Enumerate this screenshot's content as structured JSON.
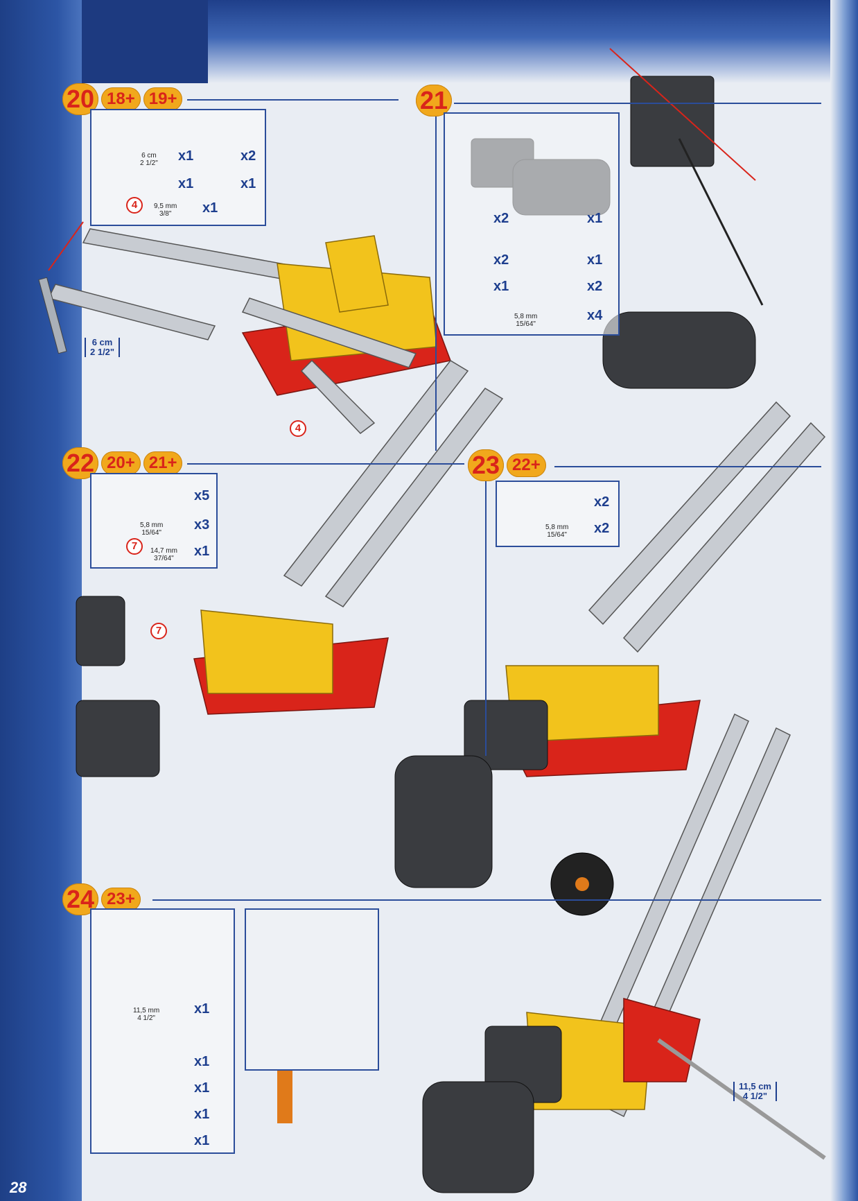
{
  "page": {
    "number": "28"
  },
  "step20": {
    "num": "20",
    "prev1": "18+",
    "prev2": "19+",
    "parts": {
      "axle_len_cm": "6 cm",
      "axle_len_in": "2 1/2\"",
      "axle_qty": "x1",
      "collar_qty": "x2",
      "nut_qty": "x1",
      "square_nut_qty": "x1",
      "ref": "4",
      "bolt_len_mm": "9,5 mm",
      "bolt_len_in": "3/8\"",
      "bolt_qty": "x1"
    },
    "dim_cm": "6 cm",
    "dim_in": "2 1/2\"",
    "callout": "4"
  },
  "step21": {
    "num": "21",
    "parts": {
      "bracket_qty": "x2",
      "battery_qty": "x1",
      "bracket2_qty": "x2",
      "pinion_qty": "x1",
      "nut_qty": "x1",
      "square_nut_qty": "x2",
      "bolt_len_mm": "5,8 mm",
      "bolt_len_in": "15/64\"",
      "bolt_qty": "x4"
    }
  },
  "step22": {
    "num": "22",
    "prev1": "20+",
    "prev2": "21+",
    "parts": {
      "nut_qty": "x5",
      "bolt_len_mm": "5,8 mm",
      "bolt_len_in": "15/64\"",
      "bolt_qty": "x3",
      "ref": "7",
      "long_bolt_len_mm": "14,7 mm",
      "long_bolt_len_in": "37/64\"",
      "long_bolt_qty": "x1"
    },
    "callout": "7"
  },
  "step23": {
    "num": "23",
    "prev1": "22+",
    "parts": {
      "nut_qty": "x2",
      "bolt_len_mm": "5,8 mm",
      "bolt_len_in": "15/64\"",
      "bolt_qty": "x2"
    }
  },
  "step24": {
    "num": "24",
    "prev1": "23+",
    "parts": {
      "axle_len_mm": "11,5 mm",
      "axle_len_in": "4 1/2\"",
      "axle_qty": "x1",
      "gear_qty": "x1",
      "collar_qty": "x1",
      "nut_qty": "x1",
      "grub_qty": "x1"
    },
    "dim_cm": "11,5 cm",
    "dim_in": "4 1/2\""
  },
  "colors": {
    "blue": "#2b4d9a",
    "orange": "#f1a81c",
    "red": "#d9241a",
    "yellow": "#f2c31c",
    "metal": "#c8ccd2",
    "dark": "#3a3c40"
  }
}
